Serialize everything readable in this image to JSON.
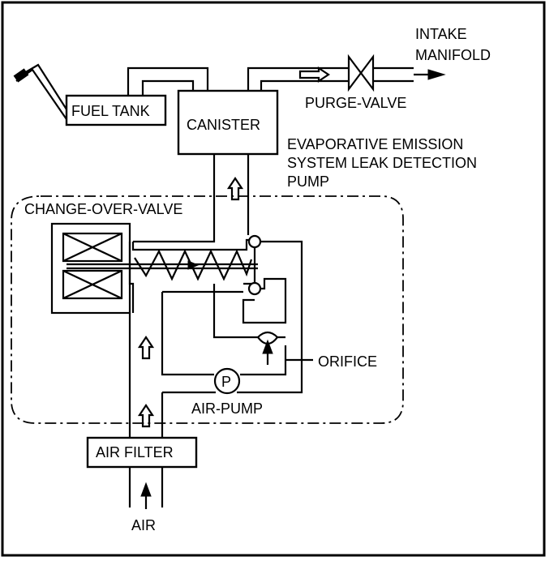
{
  "labels": {
    "intake_manifold_1": "INTAKE",
    "intake_manifold_2": "MANIFOLD",
    "purge_valve": "PURGE-VALVE",
    "fuel_tank": "FUEL TANK",
    "canister": "CANISTER",
    "pump_title_1": "EVAPORATIVE EMISSION",
    "pump_title_2": "SYSTEM LEAK DETECTION",
    "pump_title_3": "PUMP",
    "change_over_valve": "CHANGE-OVER-VALVE",
    "orifice": "ORIFICE",
    "air_pump": "AIR-PUMP",
    "air_pump_symbol": "P",
    "air_filter": "AIR FILTER",
    "air": "AIR"
  },
  "colors": {
    "ink": "#000000",
    "paper": "#ffffff"
  }
}
